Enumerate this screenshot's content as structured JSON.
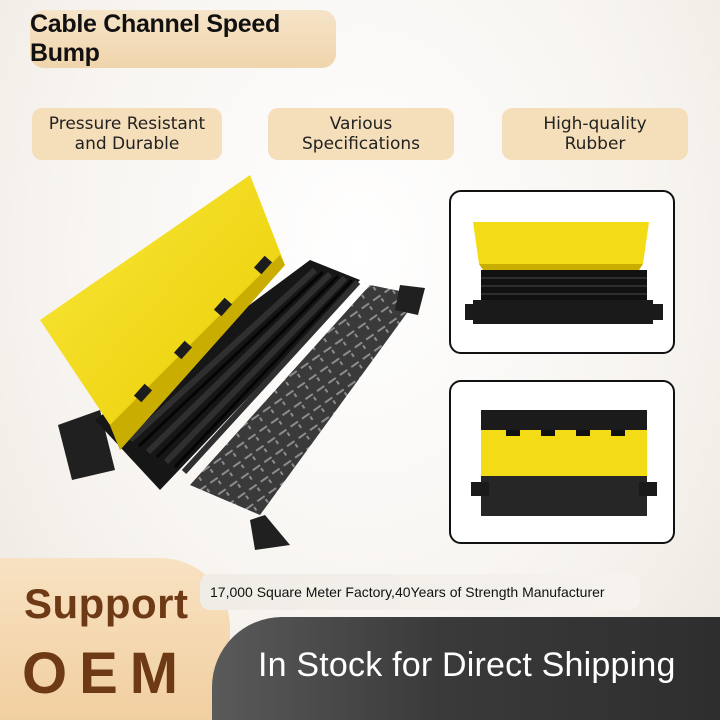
{
  "title": "Cable Channel Speed Bump",
  "features": [
    {
      "line1": "Pressure Resistant",
      "line2": "and Durable"
    },
    {
      "line1": "Various",
      "line2": "Specifications"
    },
    {
      "line1": "High-quality",
      "line2": "Rubber"
    }
  ],
  "bottom": {
    "factory": "17,000 Square Meter Factory,40Years of Strength Manufacturer",
    "support": "Support",
    "oem": "OEM",
    "stock": "In Stock for Direct Shipping"
  },
  "colors": {
    "yellow": "#f7e01c",
    "rubber_black": "#1b1b1b",
    "accent_brown": "#6e3a15",
    "pill": "#f5deba"
  }
}
